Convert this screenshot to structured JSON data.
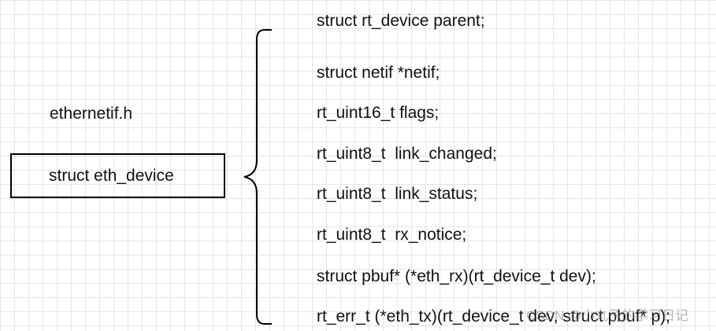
{
  "diagram": {
    "file_label": "ethernetif.h",
    "struct_name": "struct eth_device",
    "members": [
      "struct rt_device parent;",
      "struct netif *netif;",
      "rt_uint16_t flags;",
      "rt_uint8_t  link_changed;",
      "rt_uint8_t  link_status;",
      "rt_uint8_t  rx_notice;",
      "struct pbuf* (*eth_rx)(rt_device_t dev);",
      "rt_err_t (*eth_tx)(rt_device_t dev, struct pbuf* p);"
    ]
  },
  "watermark": "CSDN @小丸子的学习日记"
}
